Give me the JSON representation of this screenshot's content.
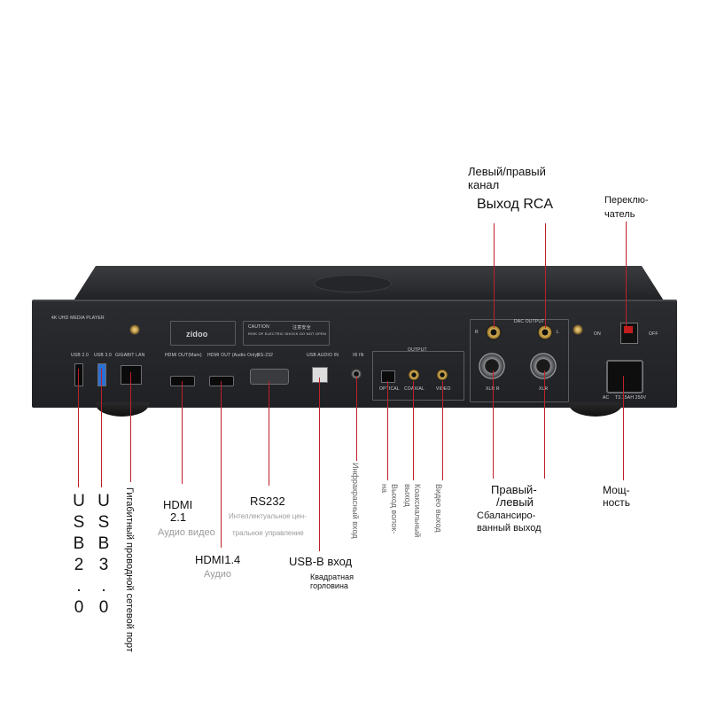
{
  "device": {
    "model_tag": "4K UHD MEDIA PLAYER",
    "brand": "zidoo",
    "caution_title": "CAUTION",
    "caution_text": "RISK OF ELECTRIC SHOCK DO NOT OPEN",
    "caution_cn": "注意安全",
    "ports": {
      "usb20": "USB 2.0",
      "usb30": "USB 3.0",
      "lan": "GIGABIT LAN",
      "hdmi_out_main": "HDMI OUT(Main)",
      "hdmi_out_audio": "HDMI OUT (Audio Only)",
      "rs232": "RS-232",
      "usb_audio_in": "USB AUDIO IN",
      "ir_in": "IR IN",
      "output": "OUTPUT",
      "optical": "OPTICAL",
      "coaxial": "COAXIAL",
      "video": "VIDEO",
      "dac_output": "DAC OUTPUT",
      "xlr_r": "XLR R",
      "xlr_l": "XLR",
      "r": "R",
      "l": "L",
      "on": "ON",
      "off": "OFF",
      "ac": "AC",
      "fuse": "T3.15AH 250V"
    }
  },
  "callouts": {
    "rca_channel": "Левый/правый канал",
    "rca_output": "Выход RCA",
    "switch": "Переклю-чатель",
    "usb20_chars": [
      "U",
      "S",
      "B",
      "2",
      ".",
      "0"
    ],
    "usb30_chars": [
      "U",
      "S",
      "B",
      "3",
      ".",
      "0"
    ],
    "lan": "Гигабитный проводной сетевой порт",
    "hdmi21_a": "HDMI",
    "hdmi21_b": "2.1",
    "hdmi21_sub": "Аудио видео",
    "hdmi14": "HDMI1.4",
    "hdmi14_sub": "Аудио",
    "rs232": "RS232",
    "rs232_sub_1": "Интеллектуальное цен-",
    "rs232_sub_2": "тральное управление",
    "usbb": "USB-B вход",
    "usbb_sub_1": "Квадратная",
    "usbb_sub_2": "горловина",
    "ir": "Инфракрасный вход",
    "optical_1": "Выход волок-",
    "optical_2": "на",
    "coaxial_1": "Коаксиальный",
    "coaxial_2": "выход",
    "video": "Видео выход",
    "xlr_1": "Правый-",
    "xlr_2": "/левый",
    "xlr_3": "Сбалансиро-",
    "xlr_4": "ванный выход",
    "power_1": "Мощ-",
    "power_2": "ность"
  },
  "colors": {
    "callout_line": "#c0202a",
    "chassis": "#242528",
    "switch": "#c21c1c"
  }
}
